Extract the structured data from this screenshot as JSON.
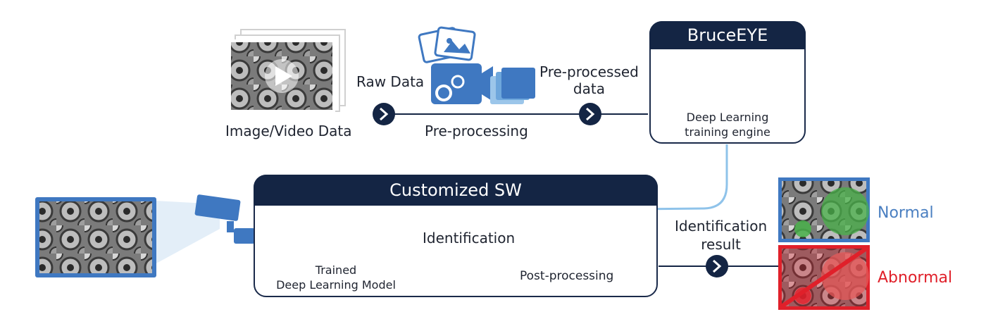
{
  "input": {
    "image_label": "Image/Video Data",
    "raw_data_label": "Raw Data",
    "preprocessing_label": "Pre-processing",
    "preprocessed_label_line1": "Pre-processed",
    "preprocessed_label_line2": "data"
  },
  "bruceeye": {
    "title": "BruceEYE",
    "caption_line1": "Deep Learning",
    "caption_line2": "training engine"
  },
  "customized_sw": {
    "title": "Customized SW",
    "model_line1": "Trained",
    "model_line2": "Deep Learning Model",
    "identification_label": "Identification",
    "postprocessing_label": "Post-processing"
  },
  "result": {
    "label_line1": "Identification",
    "label_line2": "result",
    "normal_label": "Normal",
    "abnormal_label": "Abnormal",
    "normal_color": "#4a7fc1",
    "abnormal_color": "#e0202a"
  },
  "colors": {
    "navy": "#142544",
    "blue": "#3f78c1",
    "light_blue": "#8fc3ea",
    "green": "#49b24a",
    "red": "#e0202a"
  }
}
